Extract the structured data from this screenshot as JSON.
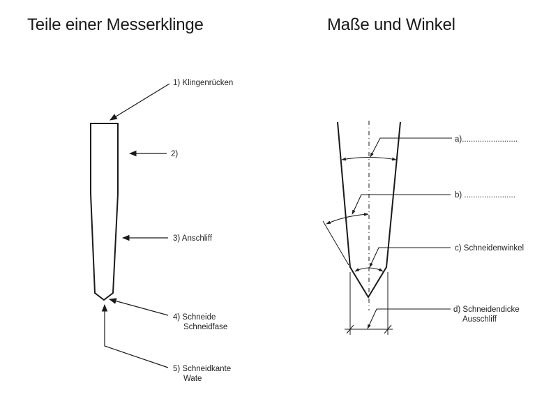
{
  "left_panel": {
    "title": "Teile einer Messerklinge",
    "labels": [
      {
        "id": "1",
        "lines": [
          "1) Klingenrücken"
        ]
      },
      {
        "id": "2",
        "lines": [
          "2)"
        ]
      },
      {
        "id": "3",
        "lines": [
          "3) Anschliff"
        ]
      },
      {
        "id": "4",
        "lines": [
          "4) Schneide",
          "Schneidfase"
        ]
      },
      {
        "id": "5",
        "lines": [
          "5) Schneidkante",
          "Wate"
        ]
      }
    ]
  },
  "right_panel": {
    "title": "Maße und Winkel",
    "labels": [
      {
        "id": "a",
        "lines": [
          "a)........................."
        ]
      },
      {
        "id": "b",
        "lines": [
          "b) ......................."
        ]
      },
      {
        "id": "c",
        "lines": [
          "c) Schneidenwinkel"
        ]
      },
      {
        "id": "d",
        "lines": [
          "d) Schneidendicke",
          "Ausschliff"
        ]
      }
    ]
  },
  "colors": {
    "line": "#1a1a1a",
    "background": "#ffffff"
  }
}
